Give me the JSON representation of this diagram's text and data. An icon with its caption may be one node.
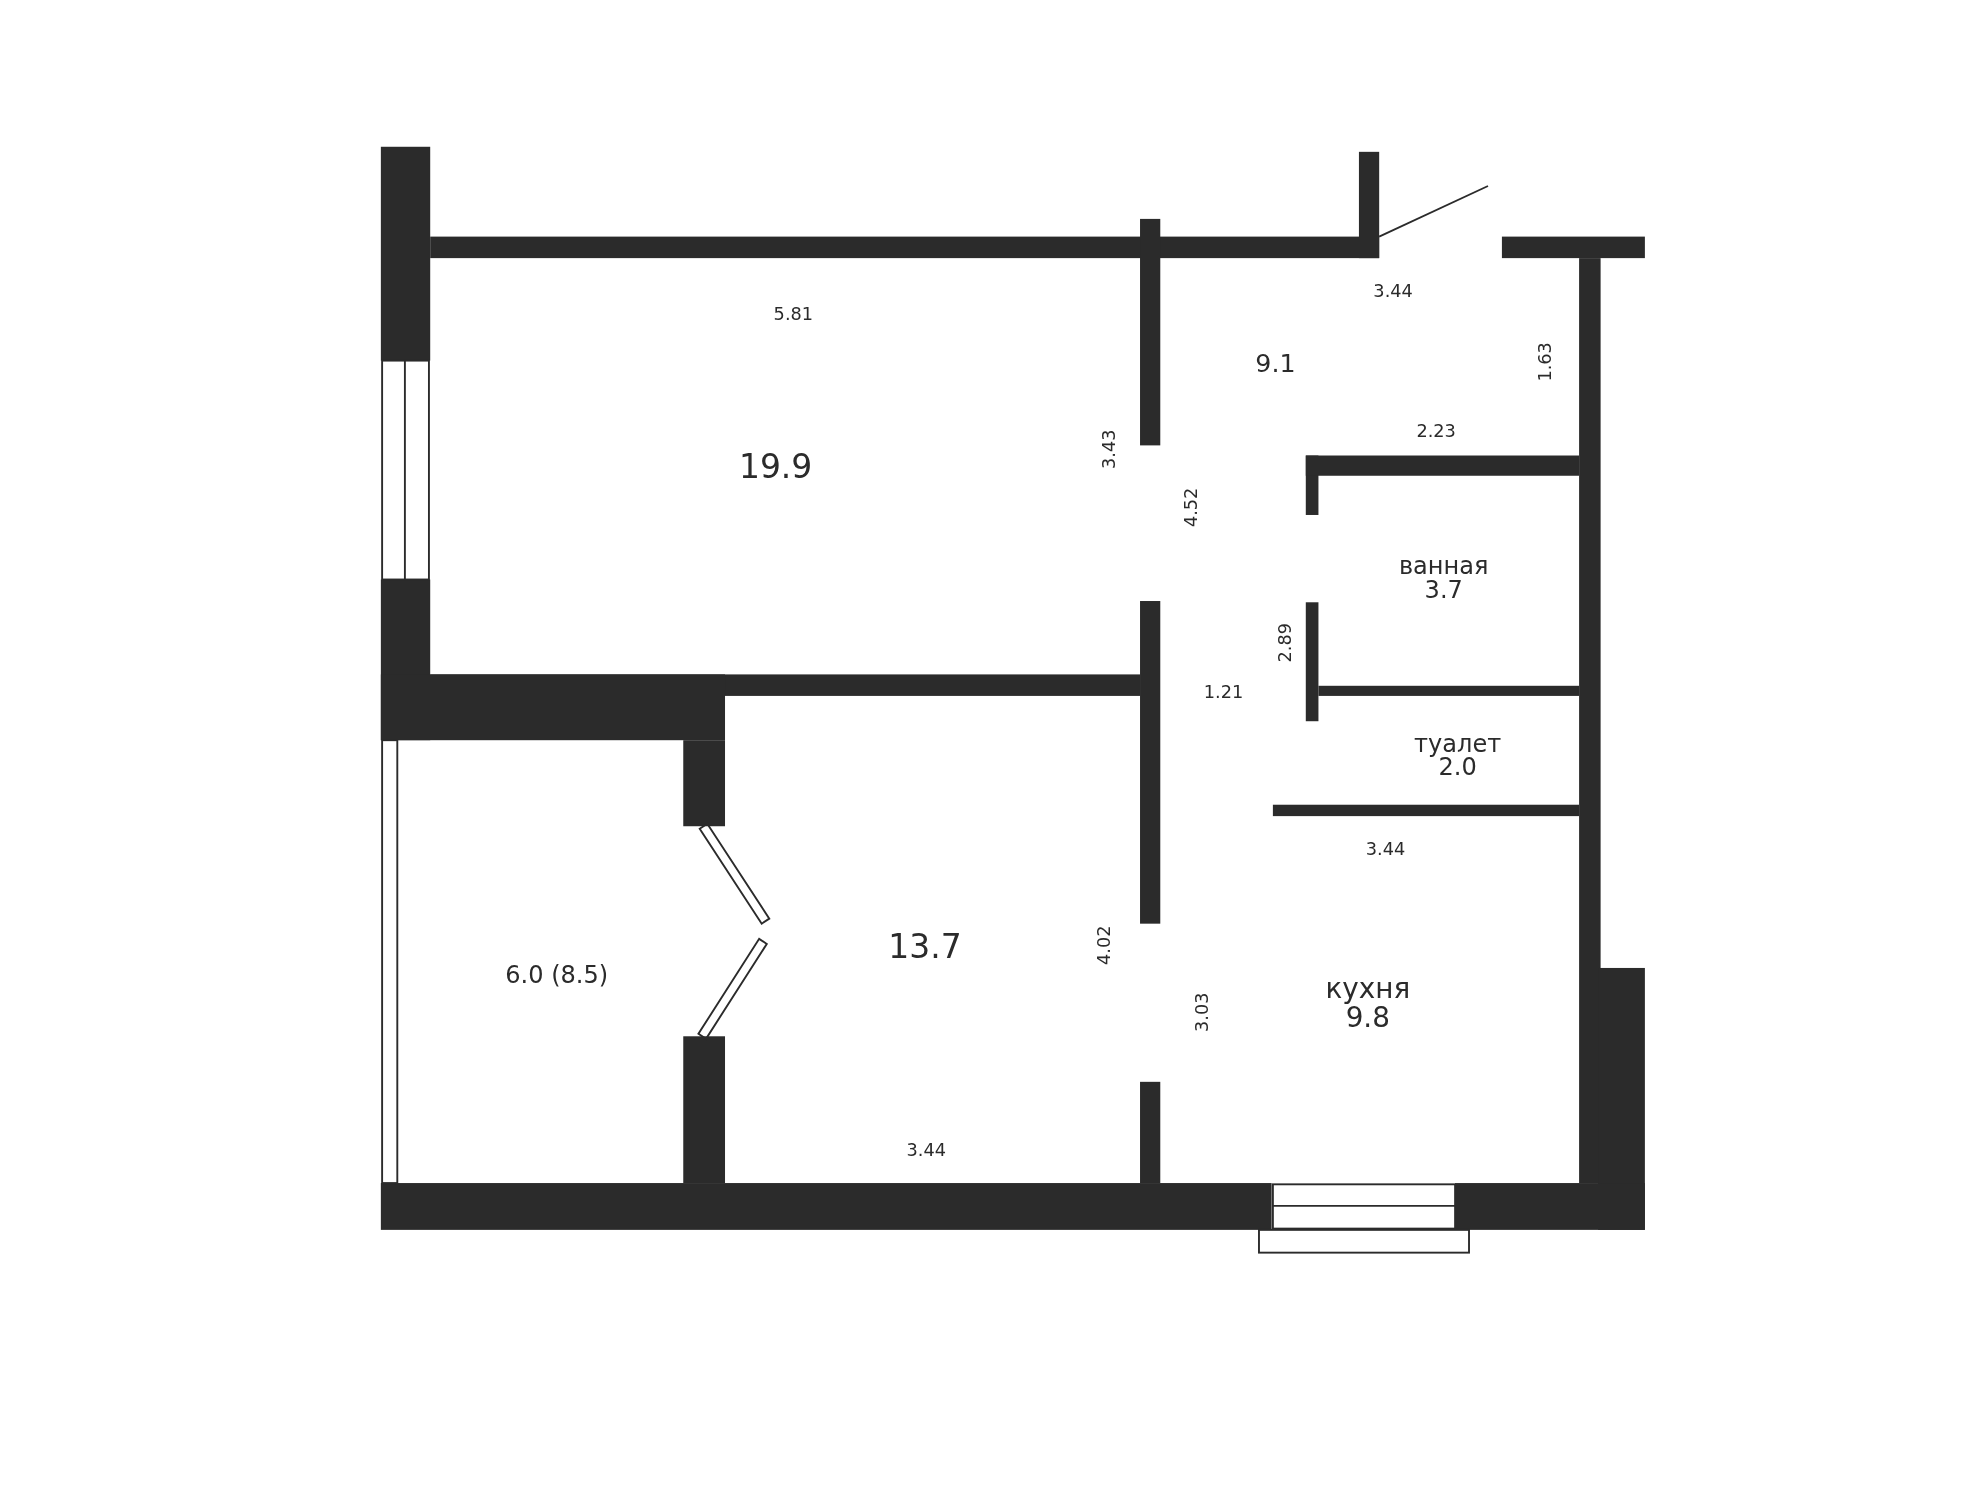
{
  "diagram": {
    "labels": [
      "3.44",
      "5.81",
      "9.1",
      "1.63",
      "2.23",
      "3.43",
      "19.9",
      "4.52",
      "ванная",
      "3.7",
      "2.89",
      "1.21",
      "туалет",
      "2.0",
      "3.44",
      "13.7",
      "4.02",
      "6.0 (8.5)",
      "кухня",
      "3.03",
      "9.8",
      "3.44"
    ]
  }
}
